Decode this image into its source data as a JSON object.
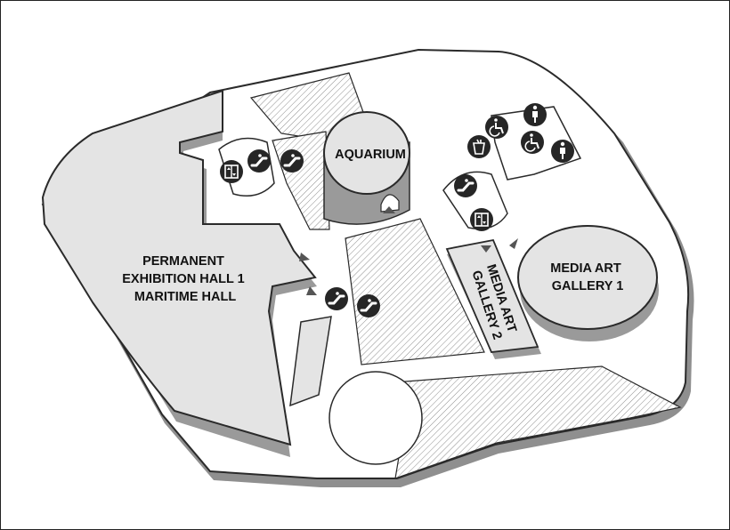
{
  "map": {
    "rooms": {
      "permanent_hall": {
        "lines": [
          "PERMANENT",
          "EXHIBITION HALL 1",
          "MARITIME HALL"
        ]
      },
      "aquarium": {
        "label": "AQUARIUM"
      },
      "media_gallery_1": {
        "lines": [
          "MEDIA ART",
          "GALLERY 1"
        ]
      },
      "media_gallery_2": {
        "lines": [
          "MEDIA ART",
          "GALLERY 2"
        ]
      }
    },
    "icons": [
      {
        "name": "elevator-icon",
        "type": "elevator"
      },
      {
        "name": "escalator-icon",
        "type": "escalator"
      },
      {
        "name": "escalator-icon",
        "type": "escalator"
      },
      {
        "name": "escalator-icon",
        "type": "escalator"
      },
      {
        "name": "elevator-icon",
        "type": "elevator"
      },
      {
        "name": "escalator-icon",
        "type": "escalator"
      },
      {
        "name": "escalator-icon",
        "type": "escalator"
      },
      {
        "name": "nursing-room-icon",
        "type": "nursing"
      },
      {
        "name": "accessible-restroom-icon",
        "type": "accessible"
      },
      {
        "name": "accessible-restroom-icon",
        "type": "accessible"
      },
      {
        "name": "restroom-male-icon",
        "type": "restroom"
      },
      {
        "name": "restroom-female-icon",
        "type": "restroom"
      }
    ],
    "colors": {
      "floor": "#ffffff",
      "hall": "#e4e4e4",
      "wall": "#9a9a9a",
      "outline": "#2a2a2a",
      "icon": "#262626"
    }
  }
}
